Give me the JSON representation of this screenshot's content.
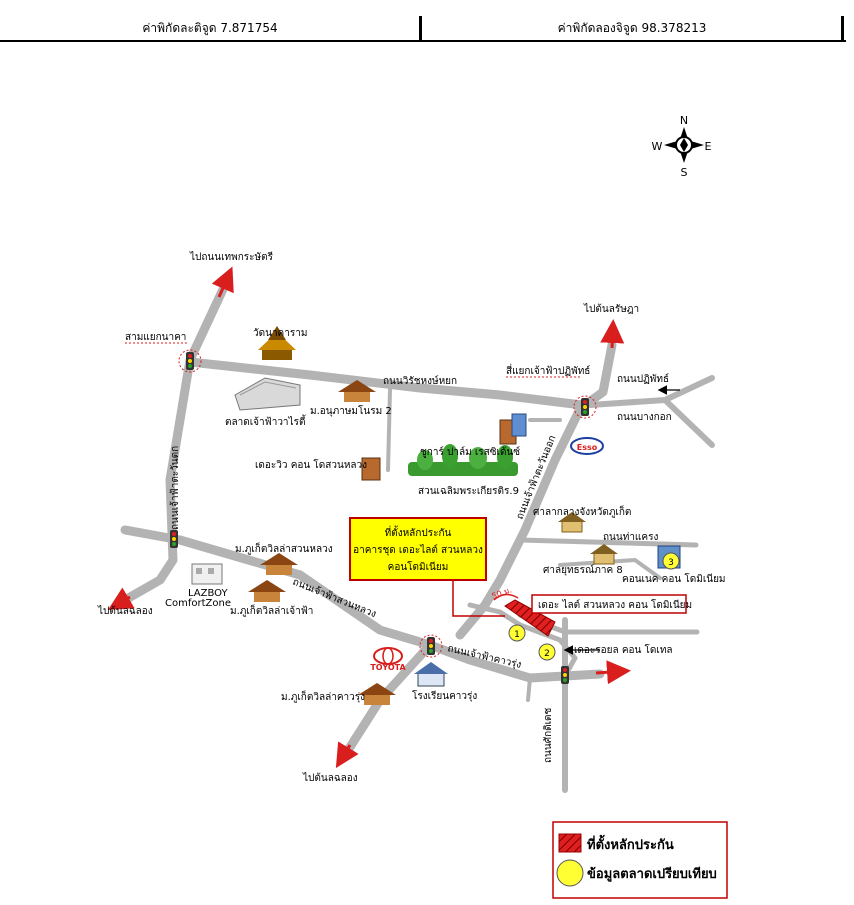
{
  "coordinates": {
    "latitude": "ค่าพิกัดละติจูด 7.871754",
    "longitude": "ค่าพิกัดลองจิจูด 98.378213"
  },
  "compass": {
    "n": "N",
    "s": "S",
    "e": "E",
    "w": "W"
  },
  "labels": {
    "to_thepkrasattri": "ไปถนนเทพกระษัตรี",
    "samyaek_nakha": "สามแยกนาคา",
    "wat_nakharam": "วัดนาคาราม",
    "talad_chaofa_walk": "ตลาดเจ้าฟ้าวาไรตี้",
    "anuphasmansion": "ม.อนุภาษมโนรม 2",
    "vichitsongkhram": "ถนนวิรัชหงษ์หยก",
    "to_ban_kiat": "ไปต้นลรัษฎา",
    "siyaek_chaofa": "สี่แยกเจ้าฟ้าปฏิพัทธ์",
    "thanon_patiphat": "ถนนปฏิพัทธ์",
    "thanon_bangkok": "ถนนบางกอก",
    "esso": "Esso",
    "sugar_palm": "ชูการ์ ปาล์ม เรสซิเด้นซ์",
    "the_view": "เดอะวิว คอน โดสวนหลวง",
    "suan_park": "สวนเฉลิมพระเกียรติร.9",
    "chaofa_west": "ถนนเจ้าฟ้าตะวันตก",
    "chaofa_east": "ถนนเจ้าฟ้าตะวันออก",
    "court": "ศาลากลางจังหวัดภูเก็ต",
    "tha_rae": "ถนนท่าแครง",
    "revenue": "ศาลยุทธรณ์ภาค 8",
    "condo_nat": "คอนเนค คอน โดมิเนียม",
    "subject_line1": "ที่ตั้งหลักประกัน",
    "subject_line2": "อาคารชุด เดอะไลต์ สวนหลวง",
    "subject_line3": "คอนโดมิเนียม",
    "subject_name": "เดอะ ไลต์ สวนหลวง คอน โดมิเนียม",
    "distance": "50 ม.",
    "the_royal": "เดอะรอยล คอน โดเทล",
    "phuket_villa_suanluang": "ม.ภูเก็ตวิลล่าสวนหลวง",
    "phuket_villa_chaofa": "ม.ภูเก็ตวิลล่าเจ้าฟ้า",
    "lazboy": "LAZBOY",
    "comfortzone": "ComfortZone",
    "to_chalong_1": "ไปต้นลฉลอง",
    "thanon_chaofa_suanluang": "ถนนเจ้าฟ้าสวนหลวง",
    "toyota": "TOYOTA",
    "thanon_chaofa_chaweng": "ถนนเจ้าฟ้าคาวรุ่ง",
    "school": "โรงเรียนคาวรุ่ง",
    "phuket_villa_chaweng": "ม.ภูเก็ตวิลล่าคาวรุ่ง",
    "to_chalong_2": "ไปต้นลฉลอง",
    "thanon_sakdidet": "ถนนศักดิเดช",
    "marker1": "1",
    "marker2": "2",
    "marker3": "3"
  },
  "legend": {
    "subject": "ที่ตั้งหลักประกัน",
    "comparables": "ข้อมูลตลาดเปรียบเทียบ"
  },
  "colors": {
    "road": "#b3b3b3",
    "callout_fill": "#ffff00",
    "callout_border": "#c00000",
    "subject_red": "#e02020",
    "arrow_red": "#d91e1e",
    "marker_yellow": "#ffff33"
  }
}
